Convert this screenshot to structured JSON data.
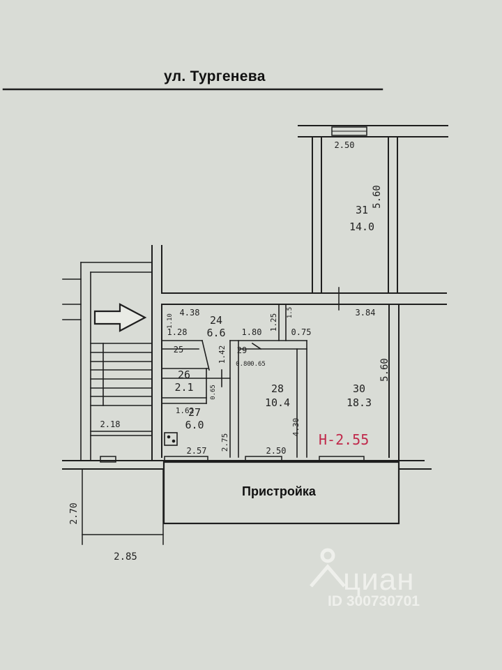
{
  "street_label": "ул. Тургенева",
  "annex_label": "Пристройка",
  "height_label": "H-2.55",
  "watermark": {
    "brand": "циан",
    "id_text": "ID 300730701",
    "icon": "location-pin-icon"
  },
  "rooms": [
    {
      "number": "31",
      "area": "14.0"
    },
    {
      "number": "24",
      "area": "6.6"
    },
    {
      "number": "25",
      "area": ""
    },
    {
      "number": "26",
      "area": "2.1"
    },
    {
      "number": "27",
      "area": "6.0"
    },
    {
      "number": "28",
      "area": "10.4"
    },
    {
      "number": "29",
      "area": ""
    },
    {
      "number": "30",
      "area": "18.3"
    }
  ],
  "dimensions": [
    "2.50",
    "5.60",
    "4.38",
    "3.84",
    "1.28",
    "1.80",
    "1.25",
    "0.75",
    "1.42",
    "1.62",
    "2.75",
    "4.30",
    "2.57",
    "2.50",
    "5.60",
    "2.18",
    "2.70",
    "2.85",
    "0.80",
    "0.65",
    "1.10",
    "0.65",
    "1.5"
  ]
}
